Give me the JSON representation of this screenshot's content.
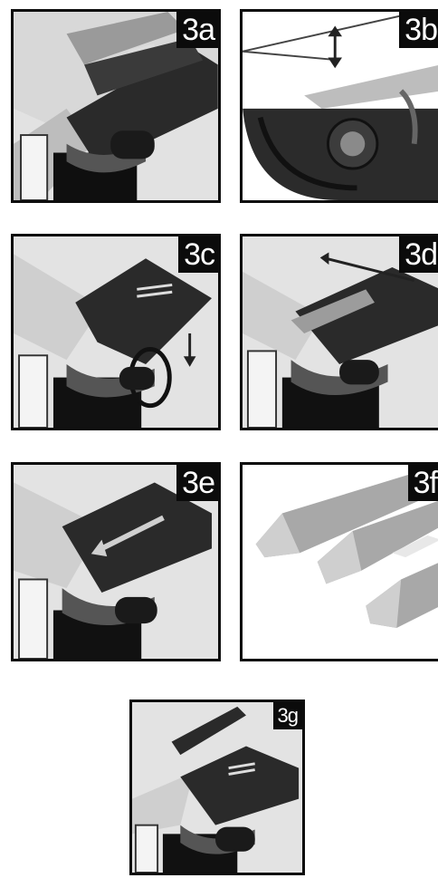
{
  "panels": [
    {
      "id": "3a",
      "label": "3a"
    },
    {
      "id": "3b",
      "label": "3b"
    },
    {
      "id": "3c",
      "label": "3c"
    },
    {
      "id": "3d",
      "label": "3d"
    },
    {
      "id": "3e",
      "label": "3e"
    },
    {
      "id": "3f",
      "label": "3f"
    },
    {
      "id": "3g",
      "label": "3g"
    }
  ],
  "colors": {
    "border": "#0d0d0d",
    "dark": "#1e1e1e",
    "mid": "#6e6e6e",
    "light": "#cfcfcf",
    "background": "#e6e6e6"
  }
}
